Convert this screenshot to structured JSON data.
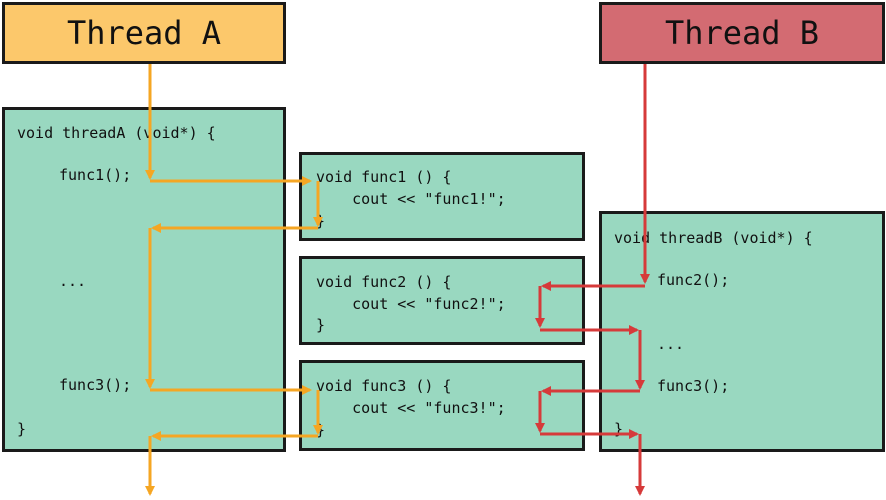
{
  "headers": {
    "thread_a": "Thread A",
    "thread_b": "Thread B"
  },
  "thread_a_box": {
    "signature": "void threadA (void*) {",
    "call1": "func1();",
    "ellipsis": "...",
    "call3": "func3();",
    "close": "}"
  },
  "func1_box": {
    "line1": "void func1 () {",
    "line2": "    cout << \"func1!\";",
    "line3": "}"
  },
  "func2_box": {
    "line1": "void func2 () {",
    "line2": "    cout << \"func2!\";",
    "line3": "}"
  },
  "func3_box": {
    "line1": "void func3 () {",
    "line2": "    cout << \"func3!\";",
    "line3": "}"
  },
  "thread_b_box": {
    "signature": "void threadB (void*) {",
    "call2": "func2();",
    "ellipsis": "...",
    "call3": "func3();",
    "close": "}"
  },
  "colors": {
    "thread_a": "#f5a623",
    "thread_a_fill": "#fcc86b",
    "thread_b": "#d63a3a",
    "thread_b_fill": "#d36b72",
    "box_fill": "#99d8c0"
  }
}
